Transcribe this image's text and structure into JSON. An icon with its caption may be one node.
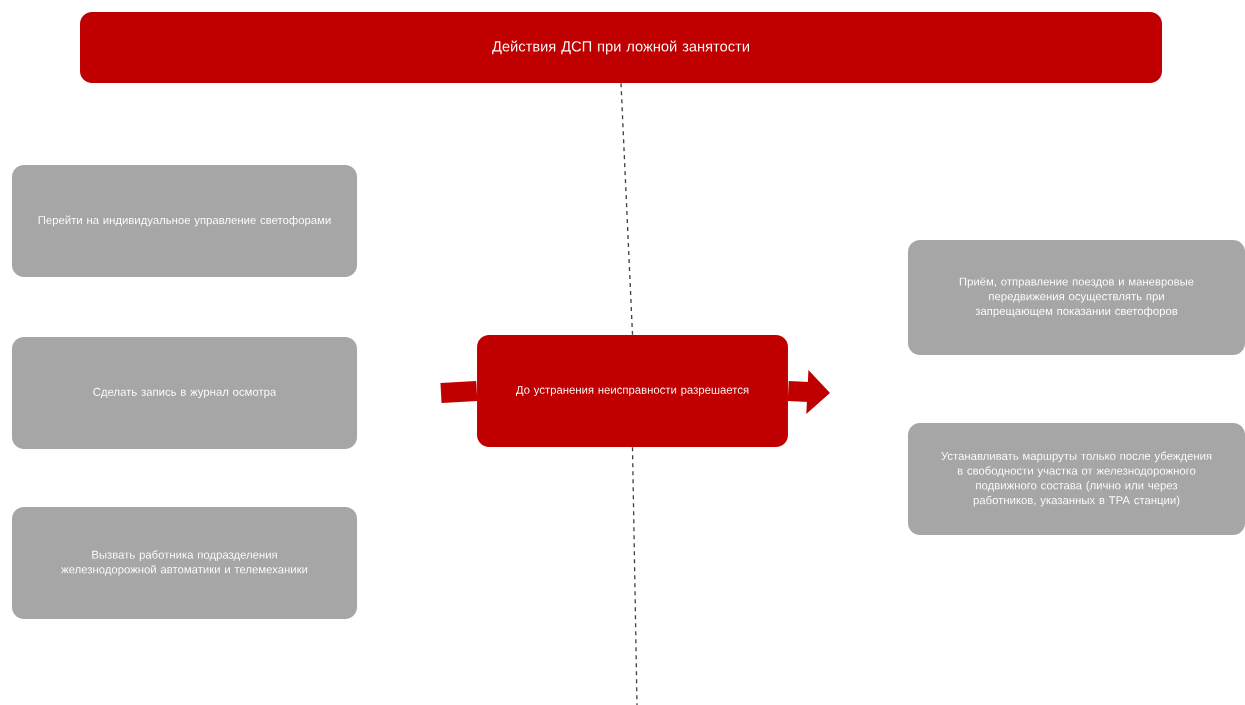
{
  "diagram": {
    "nodes": [
      {
        "text": [
          "Действия ДСП при ложной занятости"
        ]
      },
      {
        "text": [
          "Перейти на индивидуальное управление светофорами"
        ]
      },
      {
        "text": [
          "Сделать запись в журнал осмотра"
        ]
      },
      {
        "text": [
          "Вызвать работника подразделения железнодорожной автоматики и телемеханики"
        ]
      },
      {
        "text": [
          "До устранения неисправности разрешается"
        ]
      },
      {
        "text": [
          "Приём, отправление поездов и маневровые передвижения осуществлять при запрещающем показании светофоров"
        ]
      },
      {
        "text": [
          "Устанавливать маршруты только после убеждения в свободности участка от железнодорожного подвижного состава (лично или через работников, указанных в ТРА станции)"
        ]
      }
    ],
    "edges": [
      {
        "from": 0,
        "to": 4,
        "arrow": "none",
        "style": "dashed",
        "color": "#404040"
      },
      {
        "from": 4,
        "to": null,
        "arrow": "none",
        "style": "dashed",
        "color": "#404040"
      },
      {
        "from": null,
        "to": 4,
        "arrow": "none",
        "style": "thick",
        "color": "#c00000"
      },
      {
        "from": 4,
        "to": null,
        "arrow": "to",
        "style": "thick",
        "color": "#c00000"
      }
    ]
  }
}
